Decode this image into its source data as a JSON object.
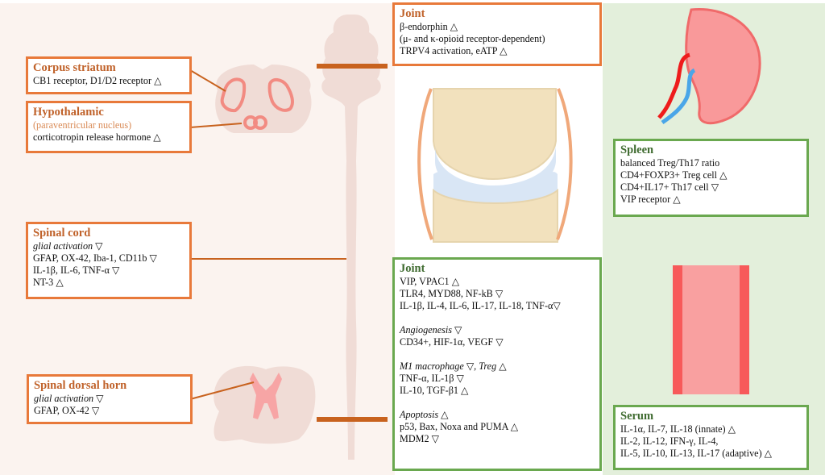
{
  "colors": {
    "cns_border": "#e8793a",
    "cns_title": "#c0622a",
    "immune_border": "#6aa84f",
    "immune_title": "#3f6b30",
    "left_bg": "#fbf3ef",
    "right_bg": "#e3efdb",
    "marker_bar": "#c8621e",
    "highlight_pink": "#f28b82"
  },
  "symbols": {
    "up": "△",
    "down": "▽"
  },
  "cns": {
    "corpus_striatum": {
      "title": "Corpus striatum",
      "lines": [
        "CB1 receptor, D1/D2 receptor △"
      ]
    },
    "hypothalamic": {
      "title": "Hypothalamic",
      "subtitle": "(paraventricular nucleus)",
      "lines": [
        "corticotropin release hormone △"
      ]
    },
    "spinal_cord": {
      "title": "Spinal cord",
      "italic_line": "glial activation ▽",
      "lines": [
        "GFAP, OX-42, Iba-1, CD11b ▽",
        "IL-1β, IL-6, TNF-α ▽",
        "NT-3 △"
      ]
    },
    "spinal_dorsal_horn": {
      "title": "Spinal dorsal horn",
      "italic_line": "glial activation ▽",
      "lines": [
        "GFAP, OX-42 ▽"
      ]
    },
    "joint_top": {
      "title": "Joint",
      "lines": [
        "β-endorphin △",
        "(μ- and κ-opioid receptor-dependent)",
        "TRPV4 activation, eATP △"
      ]
    }
  },
  "immune": {
    "joint": {
      "title": "Joint",
      "group1": [
        "VIP, VPAC1 △",
        "TLR4, MYD88, NF-kB ▽",
        "IL-1β, IL-4, IL-6, IL-17, IL-18, TNF-α▽"
      ],
      "group2_heading": "Angiogenesis ▽",
      "group2": [
        "CD34+, HIF-1α, VEGF ▽"
      ],
      "group3_heading": "M1 macrophage ▽, Treg △",
      "group3": [
        "TNF-α, IL-1β ▽",
        "IL-10, TGF-β1 △"
      ],
      "group4_heading": "Apoptosis △",
      "group4": [
        "p53, Bax, Noxa and PUMA △",
        "MDM2 ▽"
      ]
    },
    "spleen": {
      "title": "Spleen",
      "lines": [
        "balanced Treg/Th17 ratio",
        "CD4+FOXP3+ Treg cell △",
        "CD4+IL17+ Th17 cell ▽",
        "VIP receptor △"
      ]
    },
    "serum": {
      "title": "Serum",
      "lines": [
        "IL-1α,  IL-7, IL-18 (innate) △",
        "IL-2, IL-12, IFN-γ, IL-4,",
        "IL-5, IL-10, IL-13, IL-17 (adaptive) △"
      ]
    }
  }
}
